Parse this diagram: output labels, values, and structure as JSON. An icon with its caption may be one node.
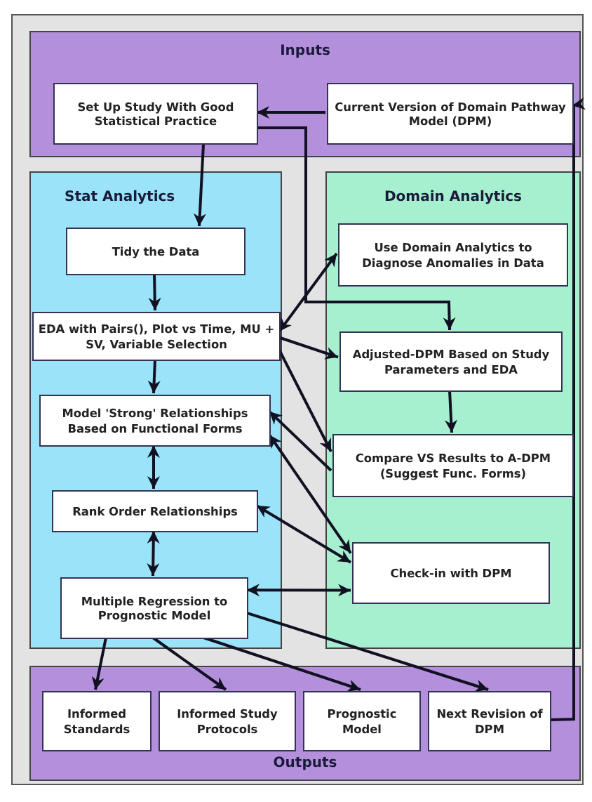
{
  "diagram": {
    "nodes": [
      {
        "text": [
          "Inputs"
        ]
      },
      {
        "text": [
          "Set Up Study With Good Statistical Practice"
        ],
        "in": 0
      },
      {
        "text": [
          "Current Version of Domain Pathway Model (DPM)"
        ],
        "in": 0
      },
      {
        "text": [
          "Stat Analytics"
        ]
      },
      {
        "text": [
          "Tidy the Data"
        ],
        "in": 3
      },
      {
        "text": [
          "EDA with Pairs(), Plot vs Time, MU + SV, Variable Selection"
        ],
        "in": 3
      },
      {
        "text": [
          "Model 'Strong' Relationships Based on Functional Forms"
        ],
        "in": 3
      },
      {
        "text": [
          "Rank Order Relationships"
        ],
        "in": 3
      },
      {
        "text": [
          "Multiple Regression to Prognostic Model"
        ],
        "in": 3
      },
      {
        "text": [
          "Domain Analytics"
        ]
      },
      {
        "text": [
          "Use Domain Analytics to Diagnose Anomalies in Data"
        ],
        "in": 9
      },
      {
        "text": [
          "Adjusted-DPM Based on Study Parameters and EDA"
        ],
        "in": 9
      },
      {
        "text": [
          "Compare VS Results to A-DPM (Suggest Func. Forms)"
        ],
        "in": 9
      },
      {
        "text": [
          "Check-in with DPM"
        ],
        "in": 9
      },
      {
        "text": [
          "Outputs"
        ]
      },
      {
        "text": [
          "Informed Standards"
        ],
        "in": 14
      },
      {
        "text": [
          "Informed Study Protocols"
        ],
        "in": 14
      },
      {
        "text": [
          "Prognostic Model"
        ],
        "in": 14
      },
      {
        "text": [
          "Next Revision of DPM"
        ],
        "in": 14
      }
    ],
    "edges": [
      {
        "from": 18,
        "to": 2,
        "arrow": "to"
      },
      {
        "from": 2,
        "to": 1,
        "arrow": "to"
      },
      {
        "from": 1,
        "to": 4,
        "arrow": "to"
      },
      {
        "from": 1,
        "to": 11,
        "arrow": "to"
      },
      {
        "from": 4,
        "to": 5,
        "arrow": "to"
      },
      {
        "from": 5,
        "to": 10,
        "arrow": "both"
      },
      {
        "from": 5,
        "to": 11,
        "arrow": "to"
      },
      {
        "from": 5,
        "to": 6,
        "arrow": "to"
      },
      {
        "from": 5,
        "to": 12,
        "arrow": "to"
      },
      {
        "from": 11,
        "to": 12,
        "arrow": "to"
      },
      {
        "from": 12,
        "to": 6,
        "arrow": "to"
      },
      {
        "from": 6,
        "to": 7,
        "arrow": "both"
      },
      {
        "from": 6,
        "to": 13,
        "arrow": "both"
      },
      {
        "from": 7,
        "to": 13,
        "arrow": "both"
      },
      {
        "from": 7,
        "to": 8,
        "arrow": "both"
      },
      {
        "from": 8,
        "to": 13,
        "arrow": "both"
      },
      {
        "from": 8,
        "to": 15,
        "arrow": "to"
      },
      {
        "from": 8,
        "to": 16,
        "arrow": "to"
      },
      {
        "from": 8,
        "to": 17,
        "arrow": "to"
      },
      {
        "from": 8,
        "to": 18,
        "arrow": "to"
      }
    ]
  }
}
